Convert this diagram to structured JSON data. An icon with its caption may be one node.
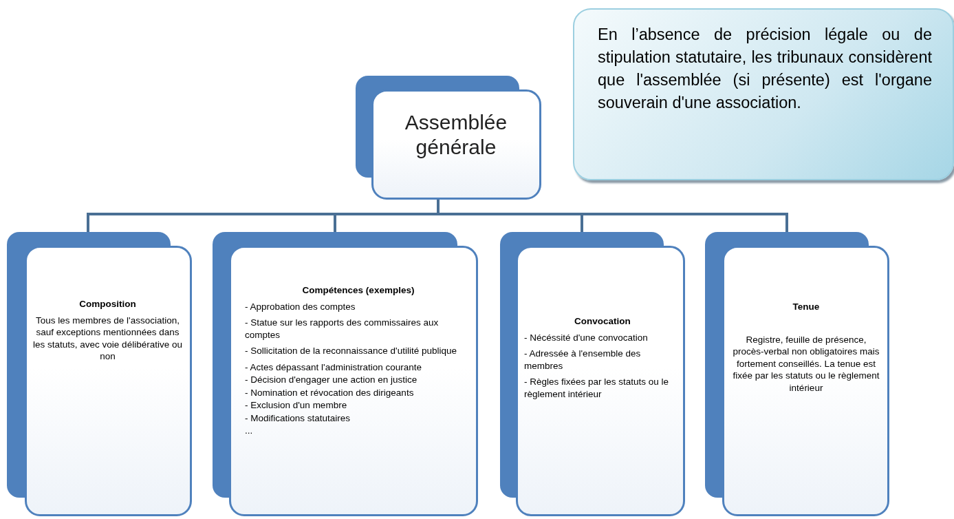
{
  "diagram": {
    "nodes": [
      {
        "text": [
          "Assemblée générale"
        ]
      },
      {
        "text": [
          "Composition",
          "Tous les membres de l'association, sauf exceptions mentionnées dans les statuts, avec voie délibérative ou non"
        ]
      },
      {
        "text": [
          "Compétences (exemples)",
          "- Approbation des comptes",
          "- Statue sur les rapports des commissaires aux comptes",
          "- Sollicitation de la reconnaissance d'utilité publique",
          "- Actes dépassant l'administration courante",
          "- Décision d'engager une action en justice",
          "- Nomination et révocation des dirigeants",
          "- Exclusion d'un membre",
          "- Modifications statutaires",
          "..."
        ]
      },
      {
        "text": [
          "Convocation",
          "- Nécéssité d'une convocation",
          "- Adressée à l'ensemble des membres",
          "- Règles fixées par les statuts ou le règlement intérieur"
        ]
      },
      {
        "text": [
          "Tenue",
          "Registre, feuille de présence, procès-verbal non obligatoires mais fortement conseillés. La tenue est fixée par les statuts ou le règlement intérieur"
        ]
      },
      {
        "text": [
          "En l’absence de précision légale ou de stipulation statutaire, les tribunaux considèrent que l'assemblée (si présente) est l'organe souverain d'une association."
        ]
      }
    ],
    "edges": [
      {
        "from": 0,
        "to": 1,
        "arrow": "none"
      },
      {
        "from": 0,
        "to": 2,
        "arrow": "none"
      },
      {
        "from": 0,
        "to": 3,
        "arrow": "none"
      },
      {
        "from": 0,
        "to": 4,
        "arrow": "none"
      }
    ]
  }
}
